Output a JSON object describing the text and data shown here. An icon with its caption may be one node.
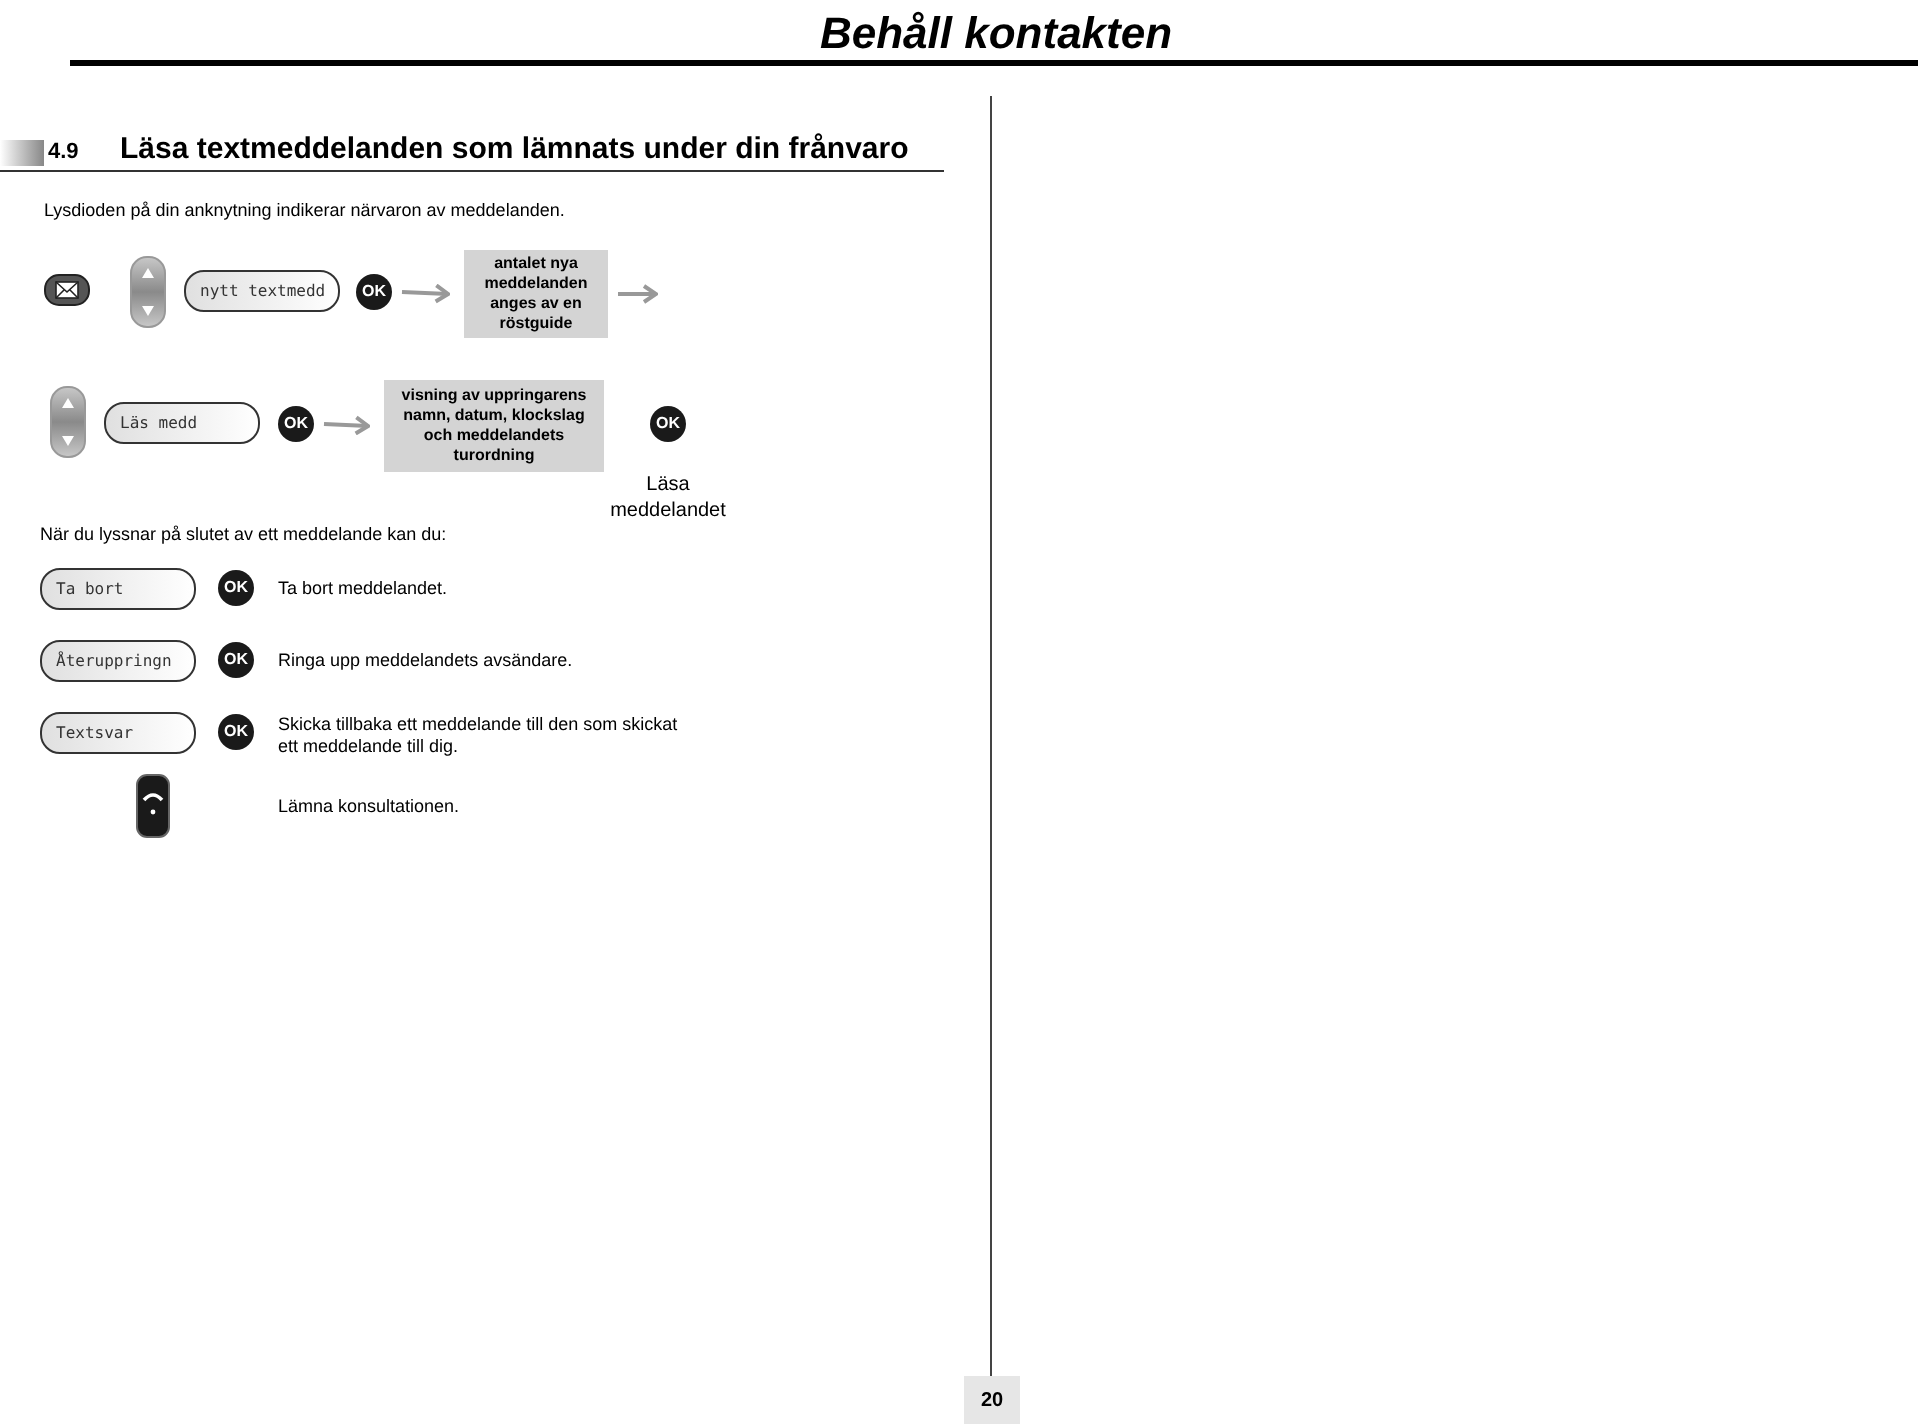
{
  "diagram": {
    "title": "Behåll kontakten",
    "nodes": [
      {
        "text": [
          "nytt textmedd"
        ]
      },
      {
        "text": [
          "OK"
        ]
      },
      {
        "text": [
          "antalet nya meddelanden anges av en röstguide"
        ]
      },
      {
        "text": [
          "Läs medd"
        ]
      },
      {
        "text": [
          "OK"
        ]
      },
      {
        "text": [
          "visning av uppringarens namn, datum, klockslag och meddelandets turordning"
        ]
      },
      {
        "text": [
          "OK"
        ]
      },
      {
        "text": [
          "Ta bort"
        ]
      },
      {
        "text": [
          "OK"
        ]
      },
      {
        "text": [
          "Återuppringn"
        ]
      },
      {
        "text": [
          "OK"
        ]
      },
      {
        "text": [
          "Textsvar"
        ]
      },
      {
        "text": [
          "OK"
        ]
      }
    ],
    "edges": [
      {
        "from": 1,
        "to": 2,
        "arrow": "to"
      },
      {
        "from": 2,
        "to": null,
        "arrow": "to"
      },
      {
        "from": 4,
        "to": 5,
        "arrow": "to"
      }
    ],
    "labels": [
      "4.9",
      "Läsa textmeddelanden som lämnats under din frånvaro",
      "Lysdioden på din anknytning indikerar närvaron av meddelanden.",
      "Läsa meddelandet",
      "När du lyssnar på slutet av ett meddelande kan du:",
      "Ta bort meddelandet.",
      "Ringa upp meddelandets avsändare.",
      "Skicka tillbaka ett meddelande till den som skickat ett meddelande till dig.",
      "Lämna konsultationen.",
      "20"
    ]
  }
}
